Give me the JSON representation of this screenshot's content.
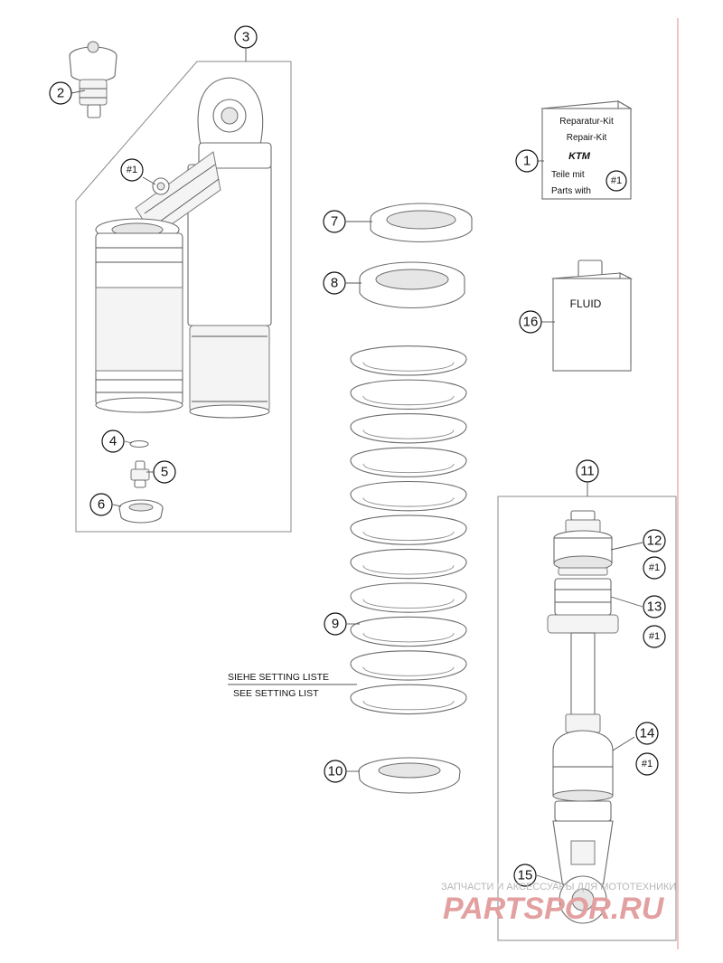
{
  "callouts": [
    "1",
    "2",
    "3",
    "4",
    "5",
    "6",
    "7",
    "8",
    "9",
    "10",
    "11",
    "12",
    "13",
    "14",
    "15",
    "16"
  ],
  "hash_callout": "#1",
  "repair_kit": {
    "line1": "Reparatur-Kit",
    "line2": "Repair-Kit",
    "logo": "KTM",
    "line3": "Teile mit",
    "line4": "Parts with"
  },
  "fluid_label": "FLUID",
  "setting_note": {
    "line1": "SIEHE SETTING LISTE",
    "line2": "SEE SETTING LIST"
  },
  "watermark": {
    "tagline": "ЗАПЧАСТИ И АКСЕССУАРЫ ДЛЯ МОТОТЕХНИКИ",
    "brand": "PARTSPOR.RU"
  },
  "colors": {
    "margin_line": "#e08a8a",
    "line_art": "#6b6b6b",
    "watermark_red": "#e2a0a0"
  }
}
